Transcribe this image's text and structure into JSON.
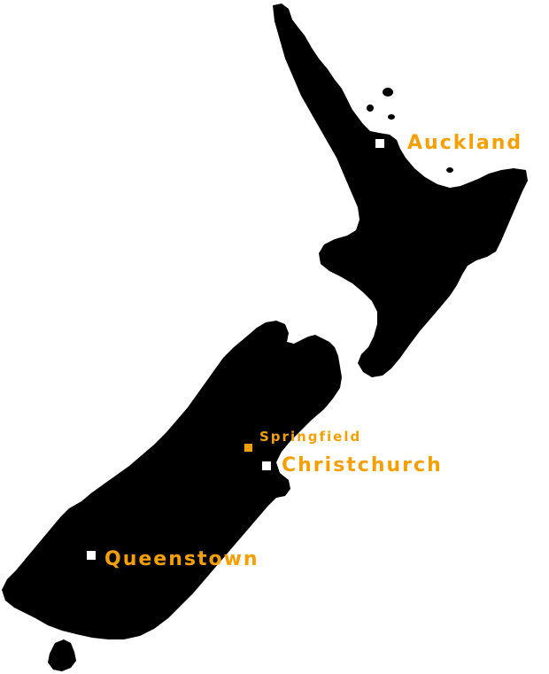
{
  "map": {
    "land_color": "#000000",
    "background_color": "#ffffff",
    "label_color": "#f5a000",
    "cities": [
      {
        "id": "auckland",
        "label": "Auckland",
        "marker_color": "#ffffff"
      },
      {
        "id": "springfield",
        "label": "Springfield",
        "marker_color": "#f5a000"
      },
      {
        "id": "christchurch",
        "label": "Christchurch",
        "marker_color": "#ffffff"
      },
      {
        "id": "queenstown",
        "label": "Queenstown",
        "marker_color": "#ffffff"
      }
    ]
  }
}
